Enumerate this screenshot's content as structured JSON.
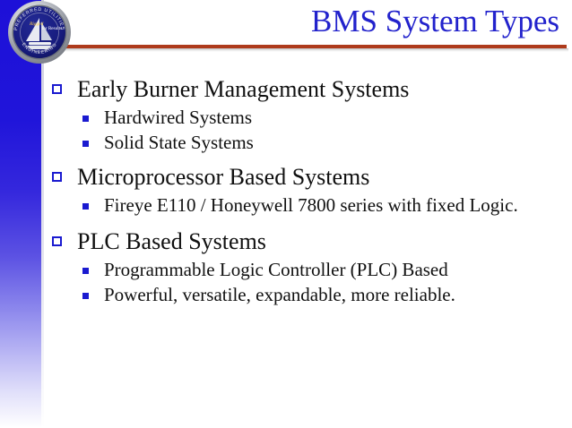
{
  "slide": {
    "title": "BMS System Types",
    "accent_rule_color": "#ae3a1b",
    "title_color": "#2222cc",
    "bullet_color": "#1a1ad0",
    "band_color": "#1d10d8",
    "background_color": "#ffffff"
  },
  "logo": {
    "name": "preferred-utilities-engineering-seal",
    "arc_top_text": "PREFERRED UTILITIES",
    "arc_bottom_text": "ENGINEERING",
    "center_text_left": "Rigged",
    "center_text_right": "for Results",
    "rim_color": "#b9bcc2",
    "field_color": "#16197a"
  },
  "content": {
    "groups": [
      {
        "heading": "Early Burner Management Systems",
        "sub": [
          "Hardwired Systems",
          "Solid State Systems"
        ]
      },
      {
        "heading": "Microprocessor Based Systems",
        "sub": [
          "Fireye E110 / Honeywell 7800 series with fixed Logic."
        ]
      },
      {
        "heading": "PLC Based Systems",
        "sub": [
          "Programmable Logic Controller (PLC) Based",
          "Powerful, versatile, expandable, more reliable."
        ]
      }
    ]
  }
}
